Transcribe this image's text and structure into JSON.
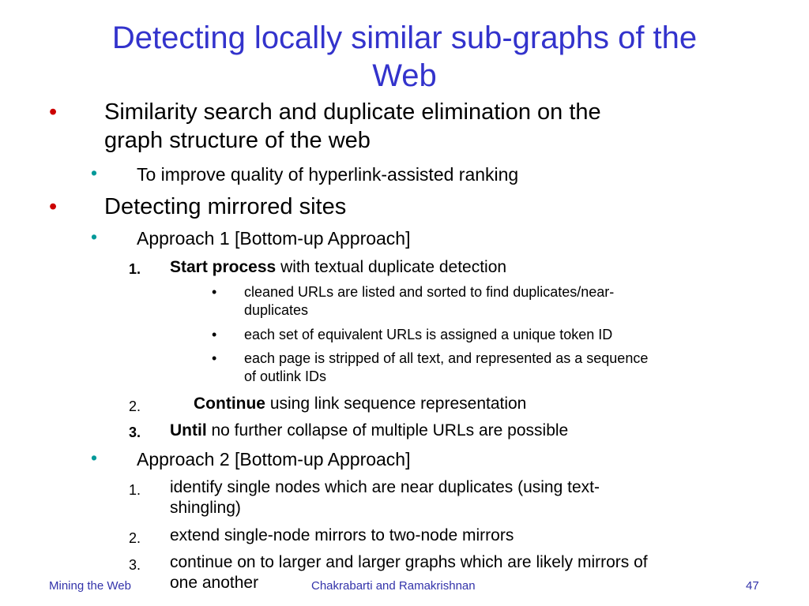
{
  "slide": {
    "title_line1": "Detecting locally similar sub-graphs of the",
    "title_line2": "Web"
  },
  "bullets": {
    "b1": {
      "marker": "•",
      "line1": "Similarity search and duplicate elimination on the",
      "line2": "graph structure of the web"
    },
    "b1_1": {
      "marker": "•",
      "text": "To improve quality of hyperlink-assisted ranking"
    },
    "b2": {
      "marker": "•",
      "text": "Detecting mirrored sites"
    },
    "b2_1": {
      "marker": "•",
      "text": "Approach 1 [Bottom-up Approach]"
    },
    "s1": {
      "marker": "1.",
      "bold": "Start process",
      "text": " with textual duplicate detection"
    },
    "s1_a": {
      "marker": "•",
      "line1": "cleaned URLs are listed and sorted to find duplicates/near-",
      "line2": "duplicates"
    },
    "s1_b": {
      "marker": "•",
      "text": "each set of equivalent URLs is assigned a unique token ID"
    },
    "s1_c": {
      "marker": "•",
      "line1": "each page is stripped of all text, and represented as a sequence",
      "line2": "of outlink IDs"
    },
    "s2": {
      "marker": "2.",
      "bold": "Continue",
      "text": " using link sequence representation"
    },
    "s3": {
      "marker": "3.",
      "bold": "Until",
      "text": " no further collapse of multiple URLs are possible"
    },
    "b2_2": {
      "marker": "•",
      "text": "Approach 2 [Bottom-up Approach]"
    },
    "a1": {
      "marker": "1.",
      "line1": "identify single nodes which are near duplicates (using text-",
      "line2": "shingling)"
    },
    "a2": {
      "marker": "2.",
      "text": "extend single-node mirrors to two-node mirrors"
    },
    "a3": {
      "marker": "3.",
      "line1": "continue on to larger and larger graphs which are likely mirrors of",
      "line2": "one another"
    }
  },
  "footer": {
    "left": "Mining the Web",
    "center": "Chakrabarti and Ramakrishnan",
    "page": "47"
  },
  "colors": {
    "title": "#3333cc",
    "level1_bullet": "#cc0000",
    "level2_bullet": "#009999",
    "footer": "#3333aa"
  }
}
